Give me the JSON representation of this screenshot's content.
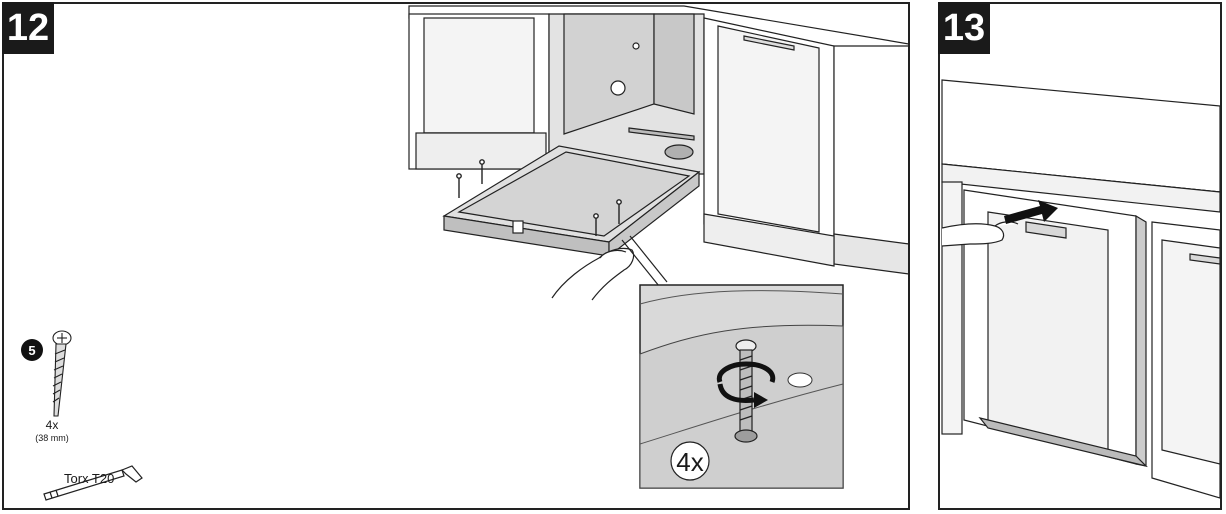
{
  "steps": [
    {
      "number": "12"
    },
    {
      "number": "13"
    }
  ],
  "parts": {
    "screw": {
      "badge": "5",
      "quantity": "4x",
      "length": "(38 mm)"
    },
    "tool": {
      "label": "Torx T20"
    },
    "detail_callout": {
      "quantity": "4x"
    }
  },
  "colors": {
    "line": "#222222",
    "cabinet_fill": "#ffffff",
    "appliance_fill": "#dcdcdc",
    "shadow_fill": "#c4c4c4",
    "badge_fill": "#1a1a1a"
  }
}
